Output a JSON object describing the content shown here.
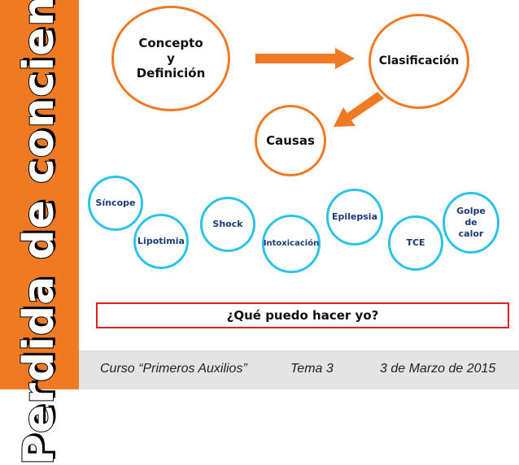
{
  "sidebar": {
    "title": "Perdida de conciencia",
    "color": "#f07a24"
  },
  "diagram": {
    "concept": "Concepto\ny\nDefinición",
    "classification": "Clasificación",
    "causes": "Causas",
    "cause_items": [
      "Síncope",
      "Lipotimia",
      "Shock",
      "Intoxicación",
      "Epilepsia",
      "TCE",
      "Golpe\nde\ncalor"
    ],
    "question": "¿Qué puedo hacer yo?",
    "colors": {
      "main_circle_border": "#f07a24",
      "arrow": "#f07a24",
      "cause_circle_border": "#2bc3e6",
      "cause_text": "#1a3a7a",
      "question_border": "#e01e1e"
    }
  },
  "footer": {
    "course": "Curso “Primeros Auxilios”",
    "topic": "Tema 3",
    "date": "3 de Marzo de 2015"
  }
}
